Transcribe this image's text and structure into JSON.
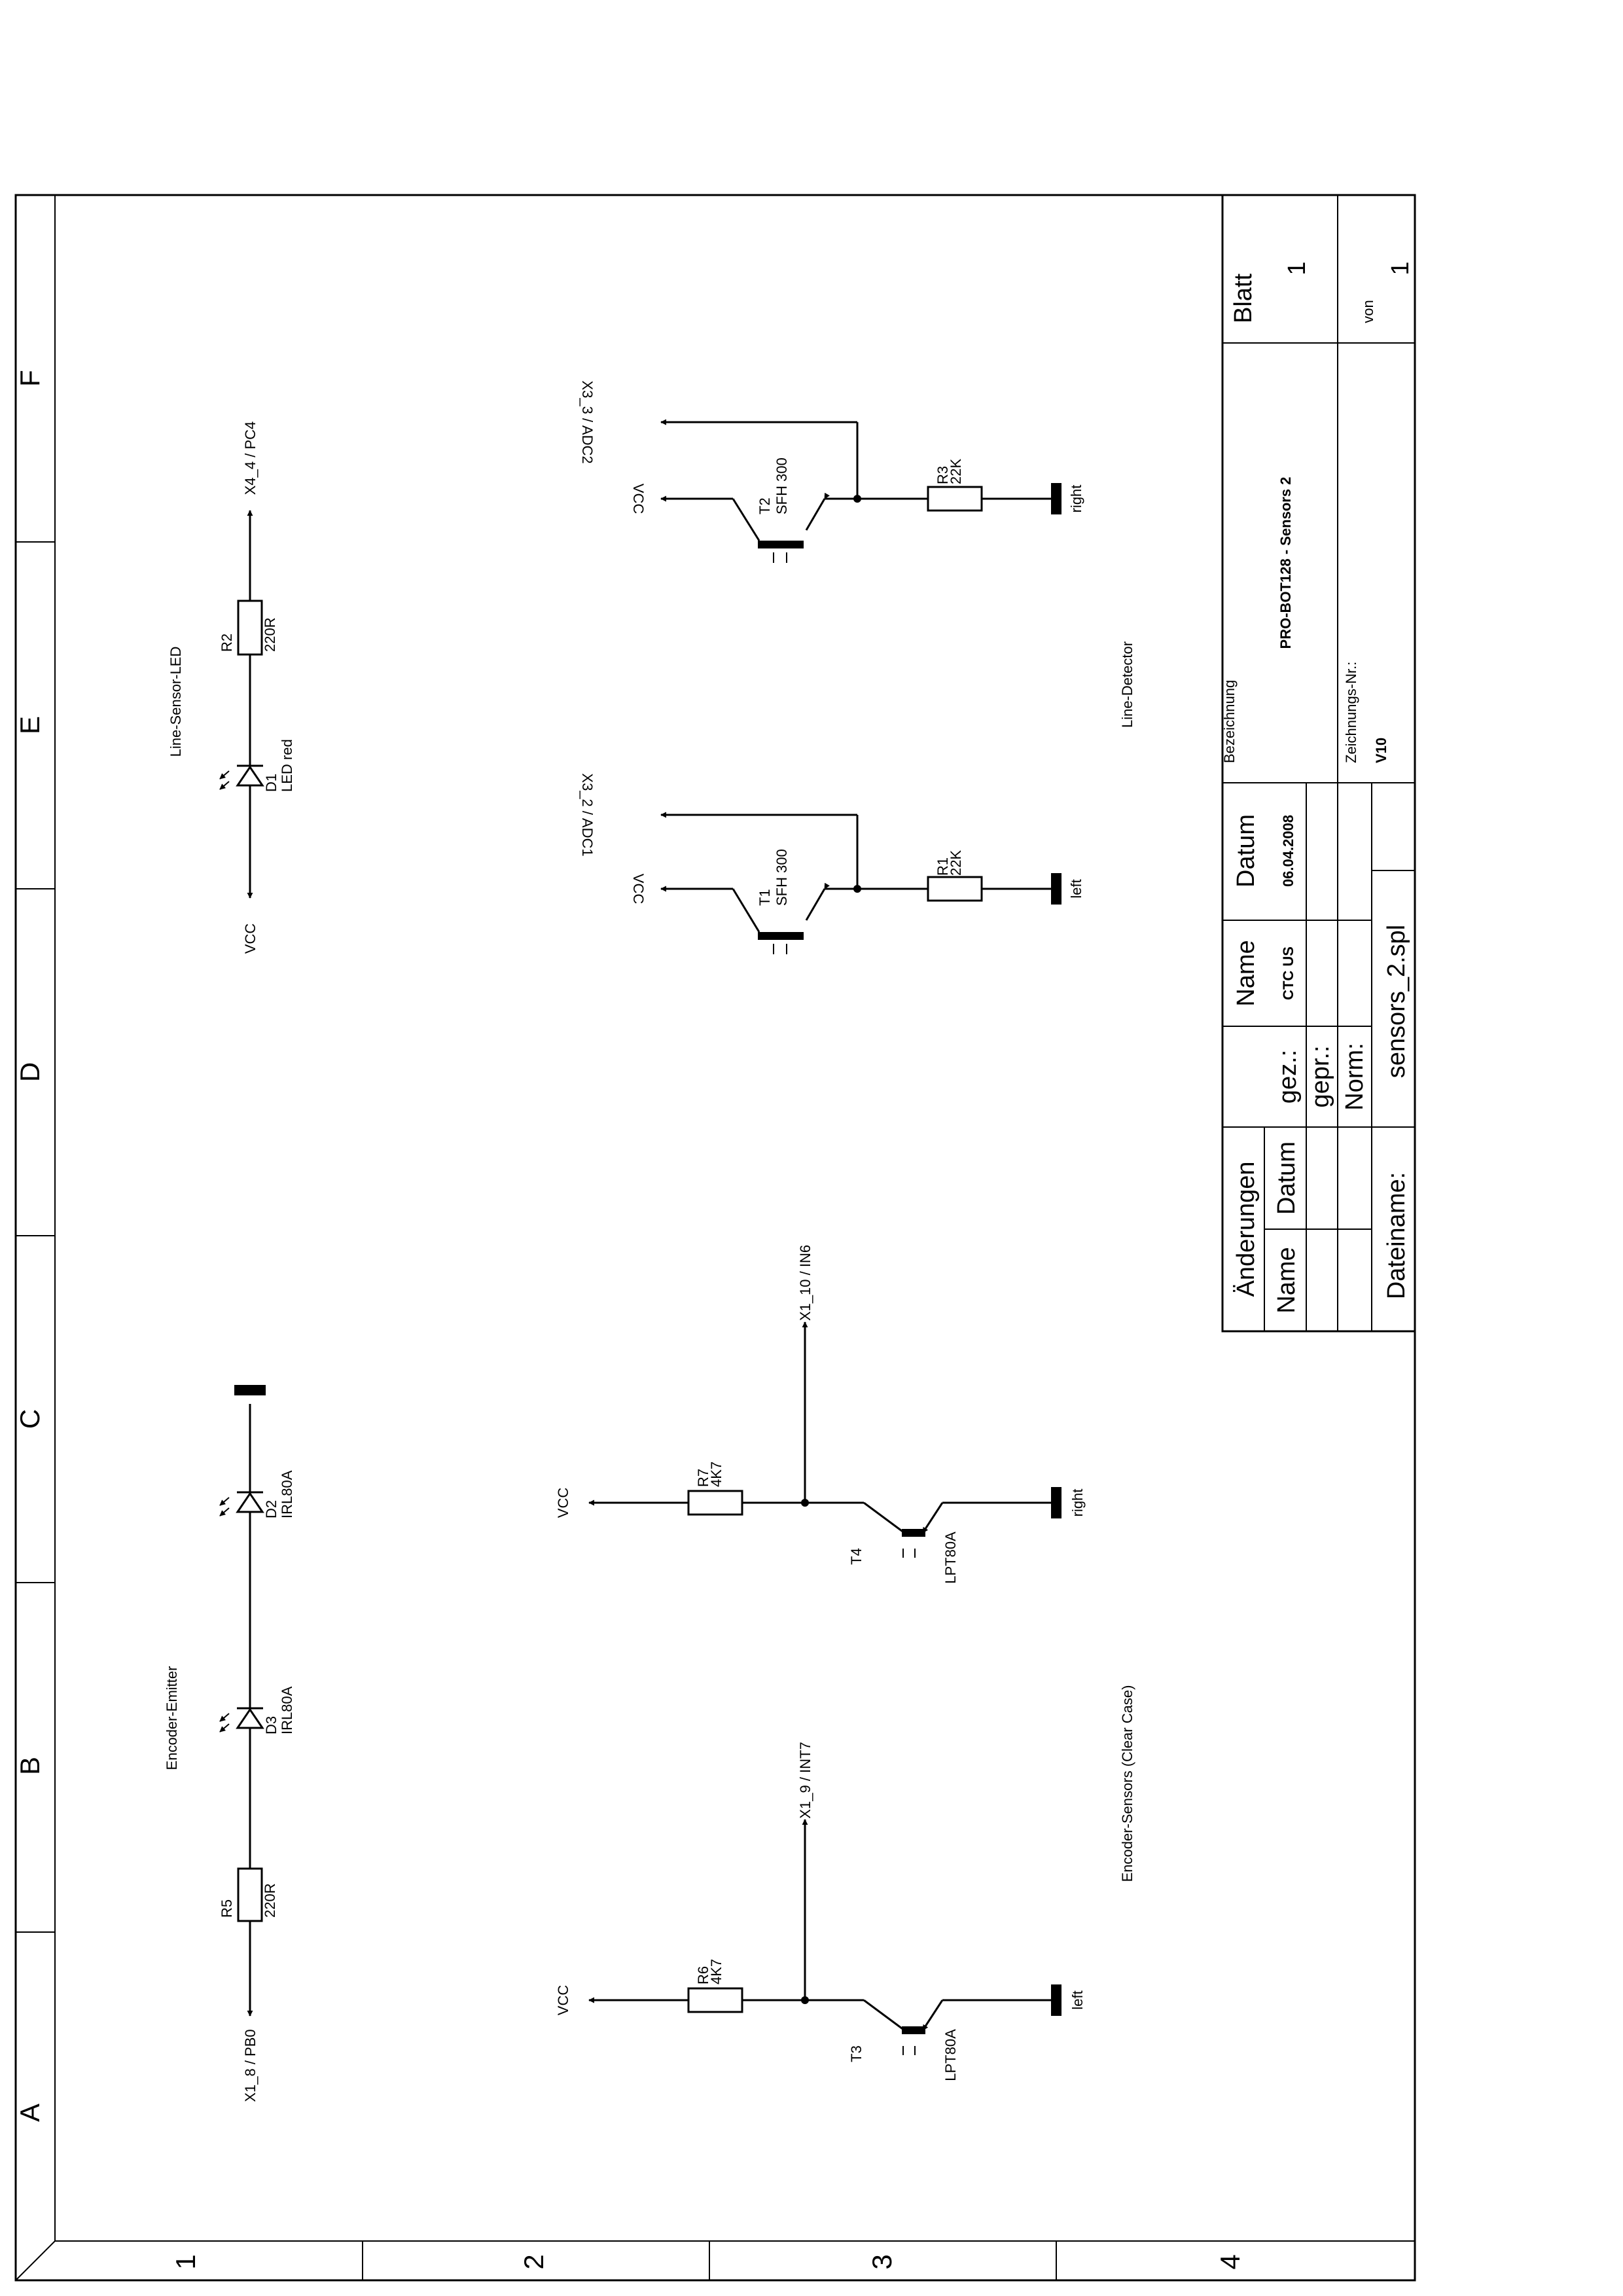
{
  "frame": {
    "column_letters": [
      "A",
      "B",
      "C",
      "D",
      "E",
      "F"
    ],
    "row_numbers": [
      "1",
      "2",
      "3",
      "4"
    ]
  },
  "groups": {
    "encoder_emitter": "Encoder-Emitter",
    "encoder_sensors": "Encoder-Sensors (Clear Case)",
    "line_sensor_led": "Line-Sensor-LED",
    "line_detector": "Line-Detector"
  },
  "components": {
    "R5": {
      "ref": "R5",
      "value": "220R"
    },
    "D3": {
      "ref": "D3",
      "value": "IRL80A"
    },
    "D2": {
      "ref": "D2",
      "value": "IRL80A"
    },
    "R6": {
      "ref": "R6",
      "value": "4K7"
    },
    "R7": {
      "ref": "R7",
      "value": "4K7"
    },
    "T3": {
      "ref": "T3",
      "value": "LPT80A"
    },
    "T4": {
      "ref": "T4",
      "value": "LPT80A"
    },
    "D1": {
      "ref": "D1",
      "value": "LED red"
    },
    "R2": {
      "ref": "R2",
      "value": "220R"
    },
    "T1": {
      "ref": "T1",
      "value": "SFH 300"
    },
    "T2": {
      "ref": "T2",
      "value": "SFH 300"
    },
    "R1": {
      "ref": "R1",
      "value": "22K"
    },
    "R3": {
      "ref": "R3",
      "value": "22K"
    }
  },
  "nets": {
    "x1_8": "X1_8 / PB0",
    "x1_9": "X1_9 / INT7",
    "x1_10": "X1_10 / IN6",
    "x4_4": "X4_4 / PC4",
    "x3_2": "X3_2 / ADC1",
    "x3_3": "X3_3 / ADC2",
    "vcc": "VCC",
    "left": "left",
    "right": "right"
  },
  "title_block": {
    "aenderungen": "Änderungen",
    "name": "Name",
    "datum": "Datum",
    "gez": "gez.:",
    "gepr": "gepr.:",
    "norm": "Norm:",
    "dateiname_label": "Dateiname:",
    "dateiname": "sensors_2.spl",
    "author": "CTC US",
    "date": "06.04.2008",
    "bezeichnung_label": "Bezeichnung",
    "bezeichnung": "PRO-BOT128  -  Sensors 2",
    "zeichnungs_label": "Zeichnungs-Nr.:",
    "zeichnungs_nr": "V10",
    "blatt_label": "Blatt",
    "blatt": "1",
    "von_label": "von",
    "von": "1"
  }
}
